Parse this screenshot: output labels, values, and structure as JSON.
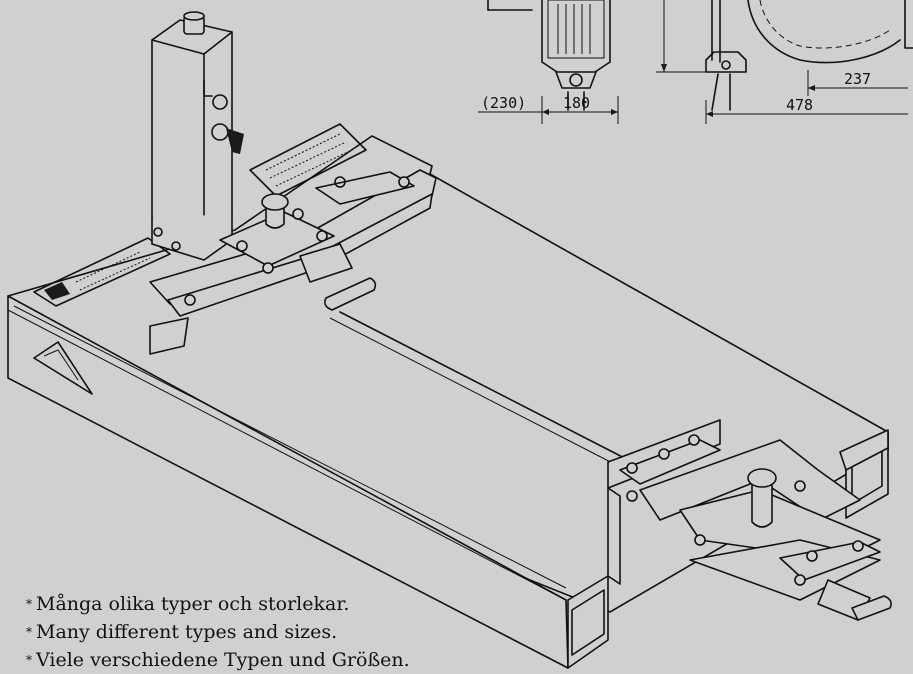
{
  "dimensions": {
    "d230": "(230)",
    "d180": "180",
    "d237": "237",
    "d478": "478"
  },
  "captions": [
    "Många olika typer och storlekar.",
    "Many different types and sizes.",
    "Viele verschiedene Typen und Größen."
  ],
  "caption_marker": "*",
  "colors": {
    "background": "#d0d0cf",
    "line": "#111111"
  }
}
